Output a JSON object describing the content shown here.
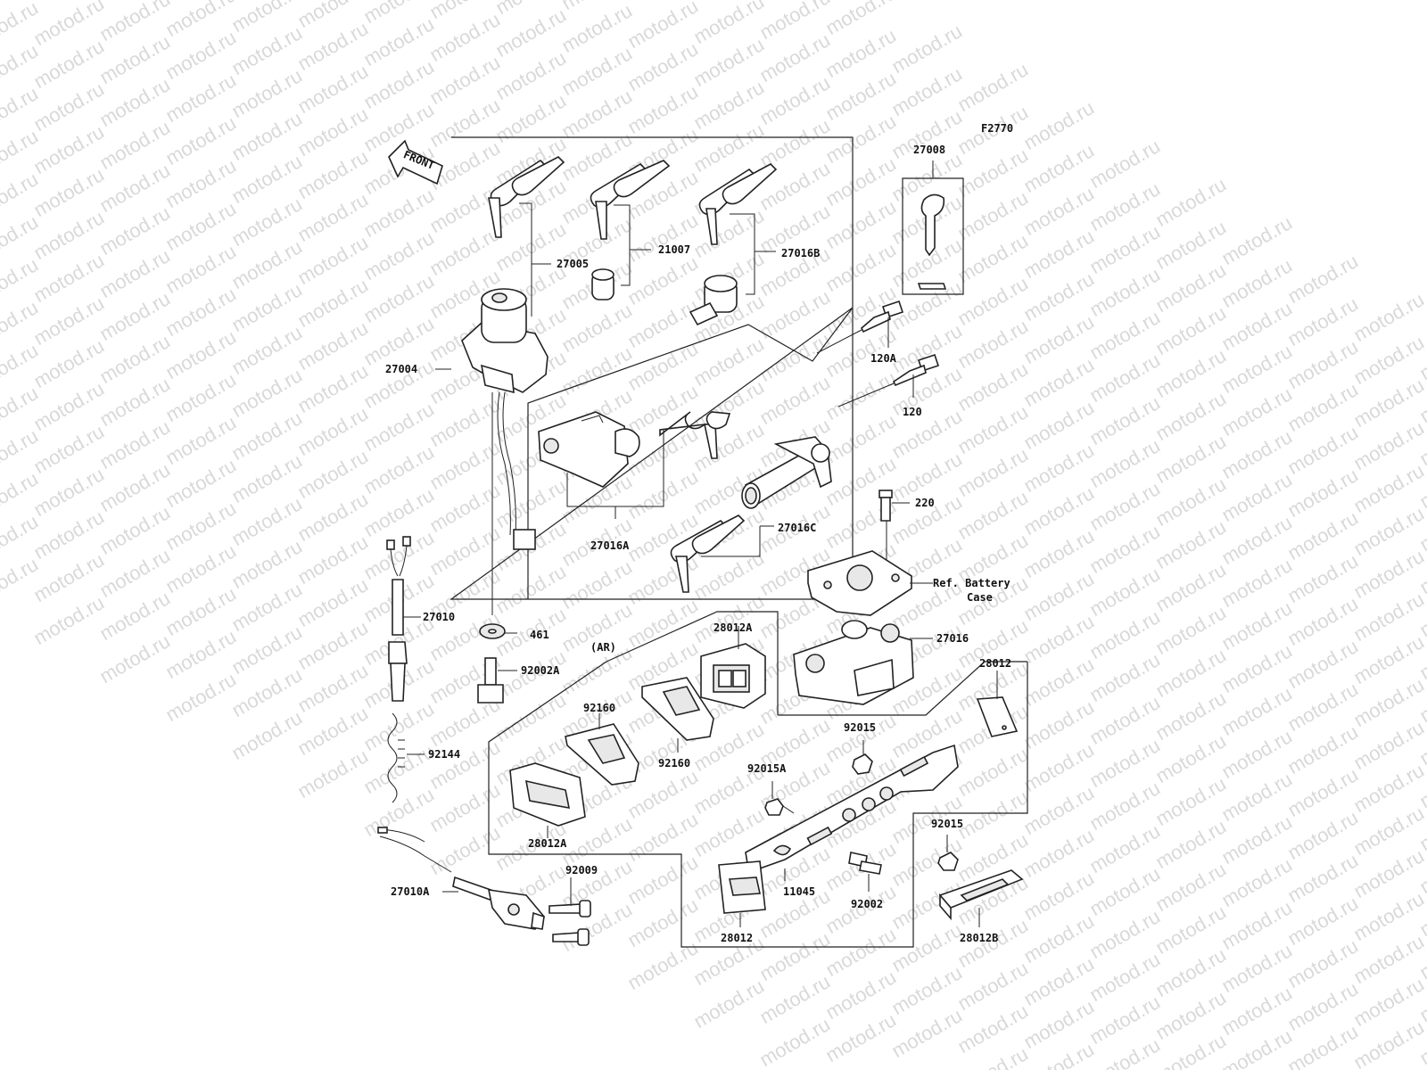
{
  "diagram_code": "F2770",
  "front_label": "FRONT",
  "watermark": "motod.ru",
  "note": "(AR)",
  "ref_label": {
    "line1": "Ref. Battery",
    "line2": "Case"
  },
  "parts": {
    "p27008": "27008",
    "p27005": "27005",
    "p21007": "21007",
    "p27016B": "27016B",
    "p120A": "120A",
    "p120": "120",
    "p27004": "27004",
    "p27016A": "27016A",
    "p27016C": "27016C",
    "p220": "220",
    "p27010": "27010",
    "p461": "461",
    "p92002A": "92002A",
    "p28012A_top": "28012A",
    "p27016": "27016",
    "p28012_right": "28012",
    "p92160_a": "92160",
    "p92160_b": "92160",
    "p92015_top": "92015",
    "p92144": "92144",
    "p92015A": "92015A",
    "p28012A_bottom": "28012A",
    "p92015_bottom": "92015",
    "p92009": "92009",
    "p27010A": "27010A",
    "p11045": "11045",
    "p92002": "92002",
    "p28012_bottom": "28012",
    "p28012B": "28012B"
  }
}
